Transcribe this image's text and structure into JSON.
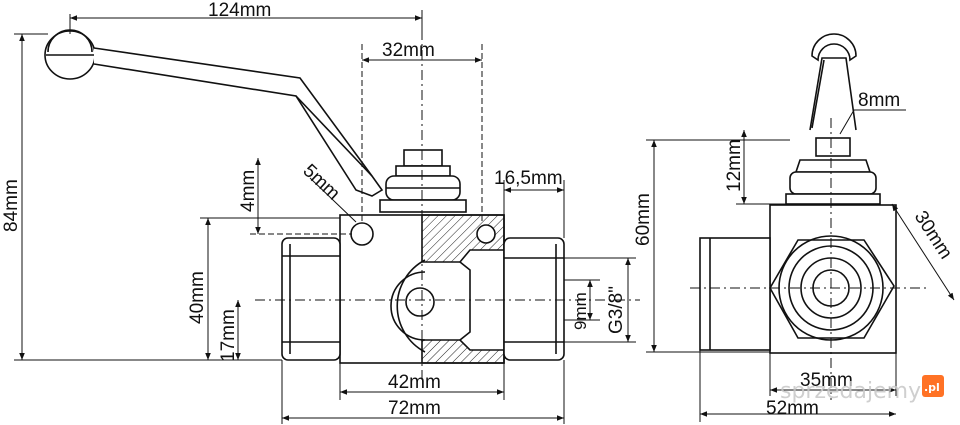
{
  "dimensions": {
    "overall_length": "124mm",
    "handle_offset": "32mm",
    "port_depth": "16,5mm",
    "overall_height": "84mm",
    "stem_offset": "4mm",
    "hole_offset": "5mm",
    "body_height": "40mm",
    "axis_height": "17mm",
    "bore": "9mm",
    "thread": "G3/8\"",
    "body_width": "42mm",
    "total_width": "72mm",
    "nut_size": "8mm",
    "nut_height": "12mm",
    "side_height": "60mm",
    "hex_size": "30mm",
    "side_body_width": "35mm",
    "side_total_width": "52mm"
  },
  "watermark": {
    "text": "sprzedajemy",
    "badge": ".pl",
    "badge_color": "#ff5a00"
  }
}
